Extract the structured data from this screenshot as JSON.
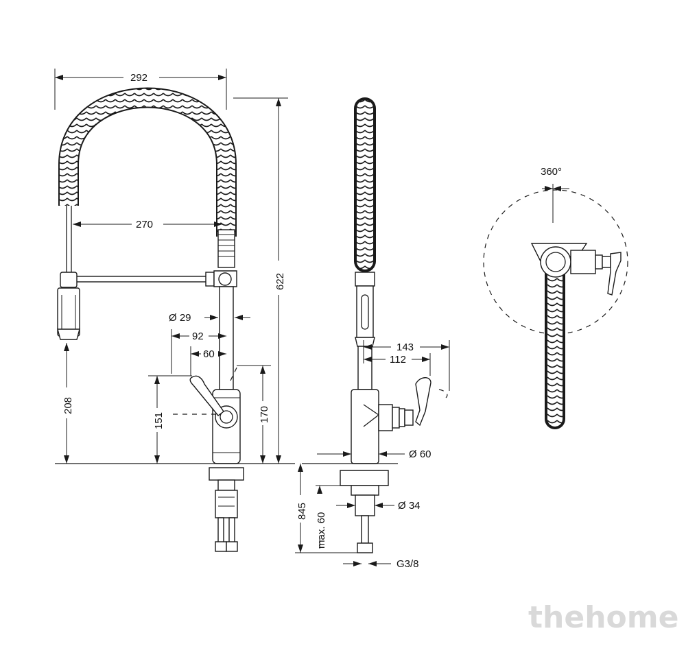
{
  "diagram": {
    "front": {
      "width_total": "292",
      "reach": "270",
      "height_total": "622",
      "spout_height": "208",
      "body_diameter": "Ø 29",
      "lever_reach": "92",
      "lever_axis": "60",
      "lever_height": "151",
      "body_height": "170"
    },
    "side": {
      "depth_total": "143",
      "depth_lever": "112",
      "base_diameter": "Ø 60",
      "shank_diameter": "Ø 34",
      "below_deck": "845",
      "max_thickness": "max. 60",
      "connection": "G3/8"
    },
    "top": {
      "rotation": "360°"
    }
  },
  "watermark": "thehome"
}
